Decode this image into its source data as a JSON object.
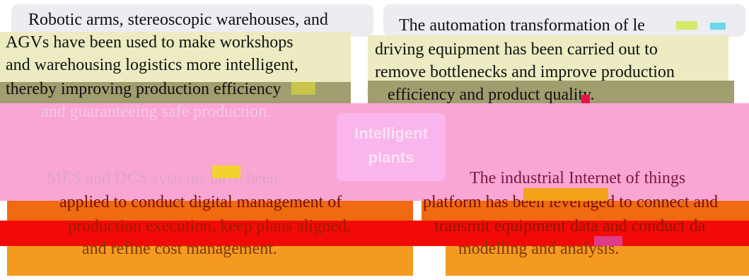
{
  "center": {
    "label": "Intelligent plants"
  },
  "quadrants": {
    "top_left": {
      "lines": [
        "Robotic arms, stereoscopic warehouses, and",
        "AGVs have been used to make workshops",
        "and warehousing logistics more intelligent,",
        "thereby improving production efficiency",
        "and guaranteeing safe production."
      ]
    },
    "top_right": {
      "lines": [
        "The automation transformation of le",
        "driving equipment has been carried out to",
        "remove bottlenecks and improve production",
        "efficiency and product quality."
      ]
    },
    "bottom_left": {
      "lines": [
        "MES and DCS systems have been",
        "applied to conduct digital management of",
        "production execution, keep plans aligned,",
        "and refine cost management."
      ]
    },
    "bottom_right": {
      "lines": [
        "The industrial Internet of things",
        "platform has been leveraged to connect and",
        "transmit equipment data and conduct da",
        "modelling and analysis."
      ]
    }
  },
  "colors": {
    "pink": "#f9a6d4",
    "orange": "#f06a10",
    "red": "#f20b06",
    "cream": "#ecebc2"
  }
}
